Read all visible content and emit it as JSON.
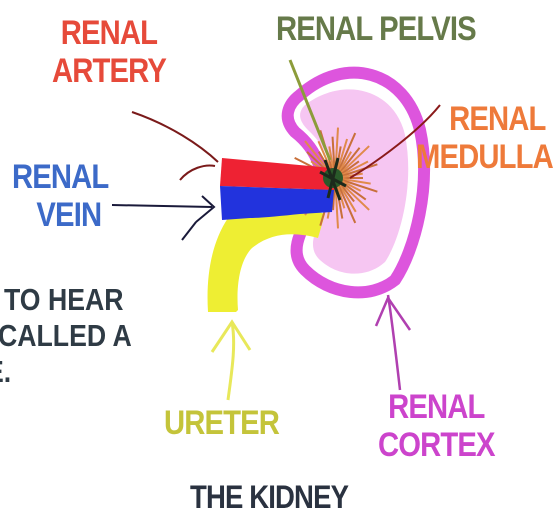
{
  "colors": {
    "artery": "#e64a3a",
    "pelvis": "#667a4a",
    "medulla": "#ee7a3a",
    "vein": "#3c6ac8",
    "cortex": "#cc44cc",
    "ureter": "#c4c43a",
    "title": "#2a3240",
    "side_text": "#2f3b45",
    "kidney_outer": "#dd55dd",
    "kidney_inner": "#f6c6f2",
    "red_vessel": "#ee2233",
    "blue_vessel": "#2233dd",
    "yellow_tube": "#eeee33"
  },
  "labels": {
    "renal_artery": [
      "RENAL",
      "ARTERY"
    ],
    "renal_pelvis": "RENAL PELVIS",
    "renal_medulla": [
      "RENAL",
      "MEDULLA"
    ],
    "renal_vein": [
      "RENAL",
      "VEIN"
    ],
    "ureter": "URETER",
    "renal_cortex": [
      "RENAL",
      "CORTEX"
    ],
    "title": "THE KIDNEY"
  },
  "side_text": [
    "TO HEAR",
    "CALLED A",
    "E."
  ]
}
